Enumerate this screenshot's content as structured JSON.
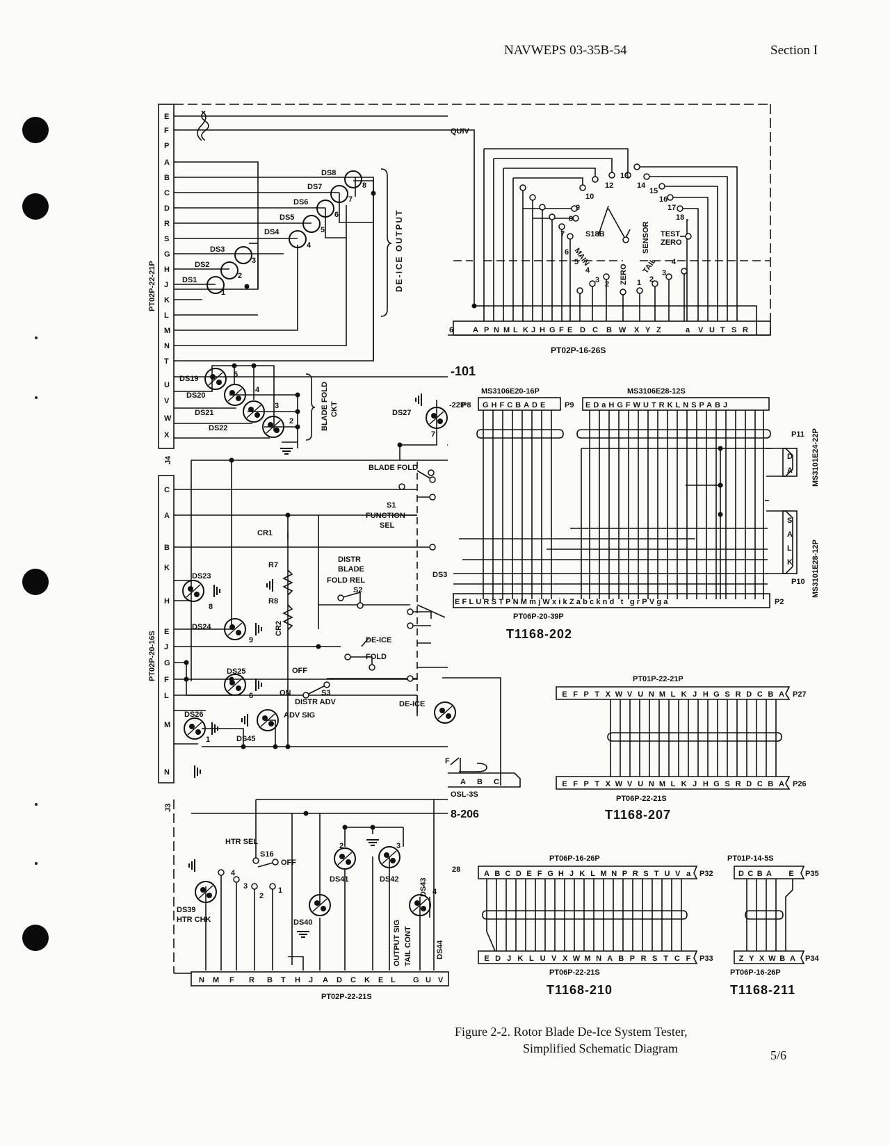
{
  "header": {
    "doc_number": "NAVWEPS 03-35B-54",
    "section": "Section I"
  },
  "j4": {
    "part": "PT02P-22-21P",
    "id": "J4",
    "pins": [
      "E",
      "F",
      "P",
      "A",
      "B",
      "C",
      "D",
      "R",
      "S",
      "G",
      "H",
      "J",
      "K",
      "L",
      "M",
      "N",
      "T",
      "U",
      "V",
      "W",
      "X"
    ],
    "lamps": [
      "DS8",
      "DS7",
      "DS6",
      "DS5",
      "DS4",
      "DS3",
      "DS2",
      "DS1"
    ],
    "lamp_numbers": [
      "8",
      "7",
      "6",
      "5",
      "4",
      "3",
      "2",
      "1"
    ],
    "group_label": "DE-ICE OUTPUT",
    "blade_fold_lamps": [
      "DS19",
      "DS20",
      "DS21",
      "DS22"
    ],
    "blade_fold_numbers": [
      "5",
      "4",
      "3",
      "2"
    ],
    "blade_fold_label_1": "BLADE FOLD",
    "blade_fold_label_2": "CKT"
  },
  "j3": {
    "part": "PT02P-20-16S",
    "id": "J3",
    "pins": [
      "C",
      "A",
      "B",
      "K",
      "H",
      "E",
      "J",
      "G",
      "F",
      "L",
      "M",
      "N"
    ],
    "cr1": "CR1",
    "cr2": "CR2",
    "r7": "R7",
    "r8": "R8",
    "ds23": "DS23",
    "ds23_n": "8",
    "ds24": "DS24",
    "ds24_n": "9",
    "ds25": "DS25",
    "ds25_n": "6",
    "ds26": "DS26",
    "ds26_n": "1",
    "ds45": "DS45",
    "adv_sig": "ADV SIG",
    "ds27": "DS27",
    "ds27_n": "7",
    "blade_fold": "BLADE FOLD",
    "s1": "S1",
    "s1_func": "FUNCTION",
    "s1_sel": "SEL",
    "distr": "DISTR",
    "blade": "BLADE",
    "fold_rel": "FOLD REL",
    "s2": "S2",
    "de_ice": "DE-ICE",
    "fold": "FOLD",
    "off": "OFF",
    "on": "ON",
    "s3": "S3",
    "distr_adv": "DISTR ADV",
    "de_ice_2": "DE-ICE",
    "ds3_partial": "DS3"
  },
  "bottom_left": {
    "htr_sel": "HTR SEL",
    "s16": "S16",
    "s16_off": "OFF",
    "positions": [
      "4",
      "3",
      "2",
      "1"
    ],
    "ds39": "DS39",
    "htr_chk": "HTR CHK",
    "ds40": "DS40",
    "ds41": "DS41",
    "ds41_n": "2",
    "ds42": "DS42",
    "ds42_n": "3",
    "ds43": "DS43",
    "ds43_n": "4",
    "ds44": "DS44",
    "output_sig": "OUTPUT SIG",
    "tail_cont": "TAIL CONT",
    "strip_pins": [
      "N",
      "M",
      "F",
      "R",
      "B",
      "T",
      "H",
      "J",
      "A",
      "D",
      "C",
      "K",
      "E",
      "L",
      "G",
      "U",
      "V"
    ],
    "strip_part": "PT02P-22-21S",
    "partial_206": "8-206",
    "partial_osl": "OSL-3S",
    "partial_28": "28",
    "abc_pins": [
      "A",
      "B",
      "C"
    ],
    "f_pin": "F"
  },
  "selector": {
    "s18b": "S18B",
    "main": "MAIN",
    "zero": "ZERO",
    "sensor": "SENSOR",
    "tail": "TAIL",
    "test": "TEST",
    "zero2": "ZERO",
    "left_pos": [
      "12",
      "10",
      "9",
      "8",
      "7",
      "6",
      "5",
      "4",
      "3",
      "2"
    ],
    "right_pos": [
      "13",
      "14",
      "15",
      "16",
      "17",
      "18"
    ],
    "bottom_right": [
      "1",
      "2",
      "3",
      "4"
    ],
    "quiv": "QUIV",
    "strip_pins": [
      "A",
      "P",
      "N",
      "M",
      "L",
      "K",
      "J",
      "H",
      "G",
      "F",
      "E",
      "D",
      "C",
      "B",
      "W",
      "X",
      "Y",
      "Z",
      "a",
      "V",
      "U",
      "T",
      "S",
      "R"
    ],
    "strip_partial_left": "6",
    "strip_part": "PT02P-16-26S",
    "partial_101": "-101"
  },
  "t202": {
    "p8_partial": "-22P",
    "p8_part": "MS3106E20-16P",
    "p8_id": "P8",
    "p8_pins": "GHFCBADE",
    "p9_part": "MS3106E28-12S",
    "p9_id": "P9",
    "p9_pins": "EDaHGFWUTRKLNSPABJ",
    "p11_id": "P11",
    "p11_pins": [
      "D",
      "A"
    ],
    "p11_part": "MS3101E24-22P",
    "p10_id": "P10",
    "p10_pins": [
      "S",
      "A",
      "L",
      "K"
    ],
    "p10_part": "MS3101E28-12P",
    "p2_pins": "EFLURSTPNMmjWxikZabcknd t grPVga",
    "p2_id": "P2",
    "p2_part": "PT06P-20-39P",
    "title": "T1168-202"
  },
  "t207": {
    "top_part": "PT01P-22-21P",
    "top_pins": [
      "E",
      "F",
      "P",
      "T",
      "X",
      "W",
      "V",
      "U",
      "N",
      "M",
      "L",
      "K",
      "J",
      "H",
      "G",
      "S",
      "R",
      "D",
      "C",
      "B",
      "A"
    ],
    "top_id": "P27",
    "bot_pins": [
      "E",
      "F",
      "P",
      "T",
      "X",
      "W",
      "V",
      "U",
      "N",
      "M",
      "L",
      "K",
      "J",
      "H",
      "G",
      "S",
      "R",
      "D",
      "C",
      "B",
      "A"
    ],
    "bot_id": "P26",
    "bot_part": "PT06P-22-21S",
    "title": "T1168-207"
  },
  "t210": {
    "top_part": "PT06P-16-26P",
    "top_pins": [
      "A",
      "B",
      "C",
      "D",
      "E",
      "F",
      "G",
      "H",
      "J",
      "K",
      "L",
      "M",
      "N",
      "P",
      "R",
      "S",
      "T",
      "U",
      "V",
      "a"
    ],
    "top_id": "P32",
    "bot_pins": [
      "E",
      "D",
      "J",
      "K",
      "L",
      "U",
      "V",
      "X",
      "W",
      "M",
      "N",
      "A",
      "B",
      "P",
      "R",
      "S",
      "T",
      "C",
      "F"
    ],
    "bot_id": "P33",
    "bot_part": "PT06P-22-21S",
    "title": "T1168-210"
  },
  "t211": {
    "top_part": "PT01P-14-5S",
    "top_pins": [
      "D",
      "C",
      "B",
      "A",
      "E"
    ],
    "top_id": "P35",
    "bot_pins": [
      "Z",
      "Y",
      "X",
      "W",
      "B",
      "A"
    ],
    "bot_id": "P34",
    "bot_part": "PT06P-16-26P",
    "title": "T1168-211"
  },
  "caption": {
    "line1": "Figure 2-2.  Rotor Blade De-Ice System Tester,",
    "line2": "Simplified Schematic Diagram"
  },
  "page_number": "5/6"
}
